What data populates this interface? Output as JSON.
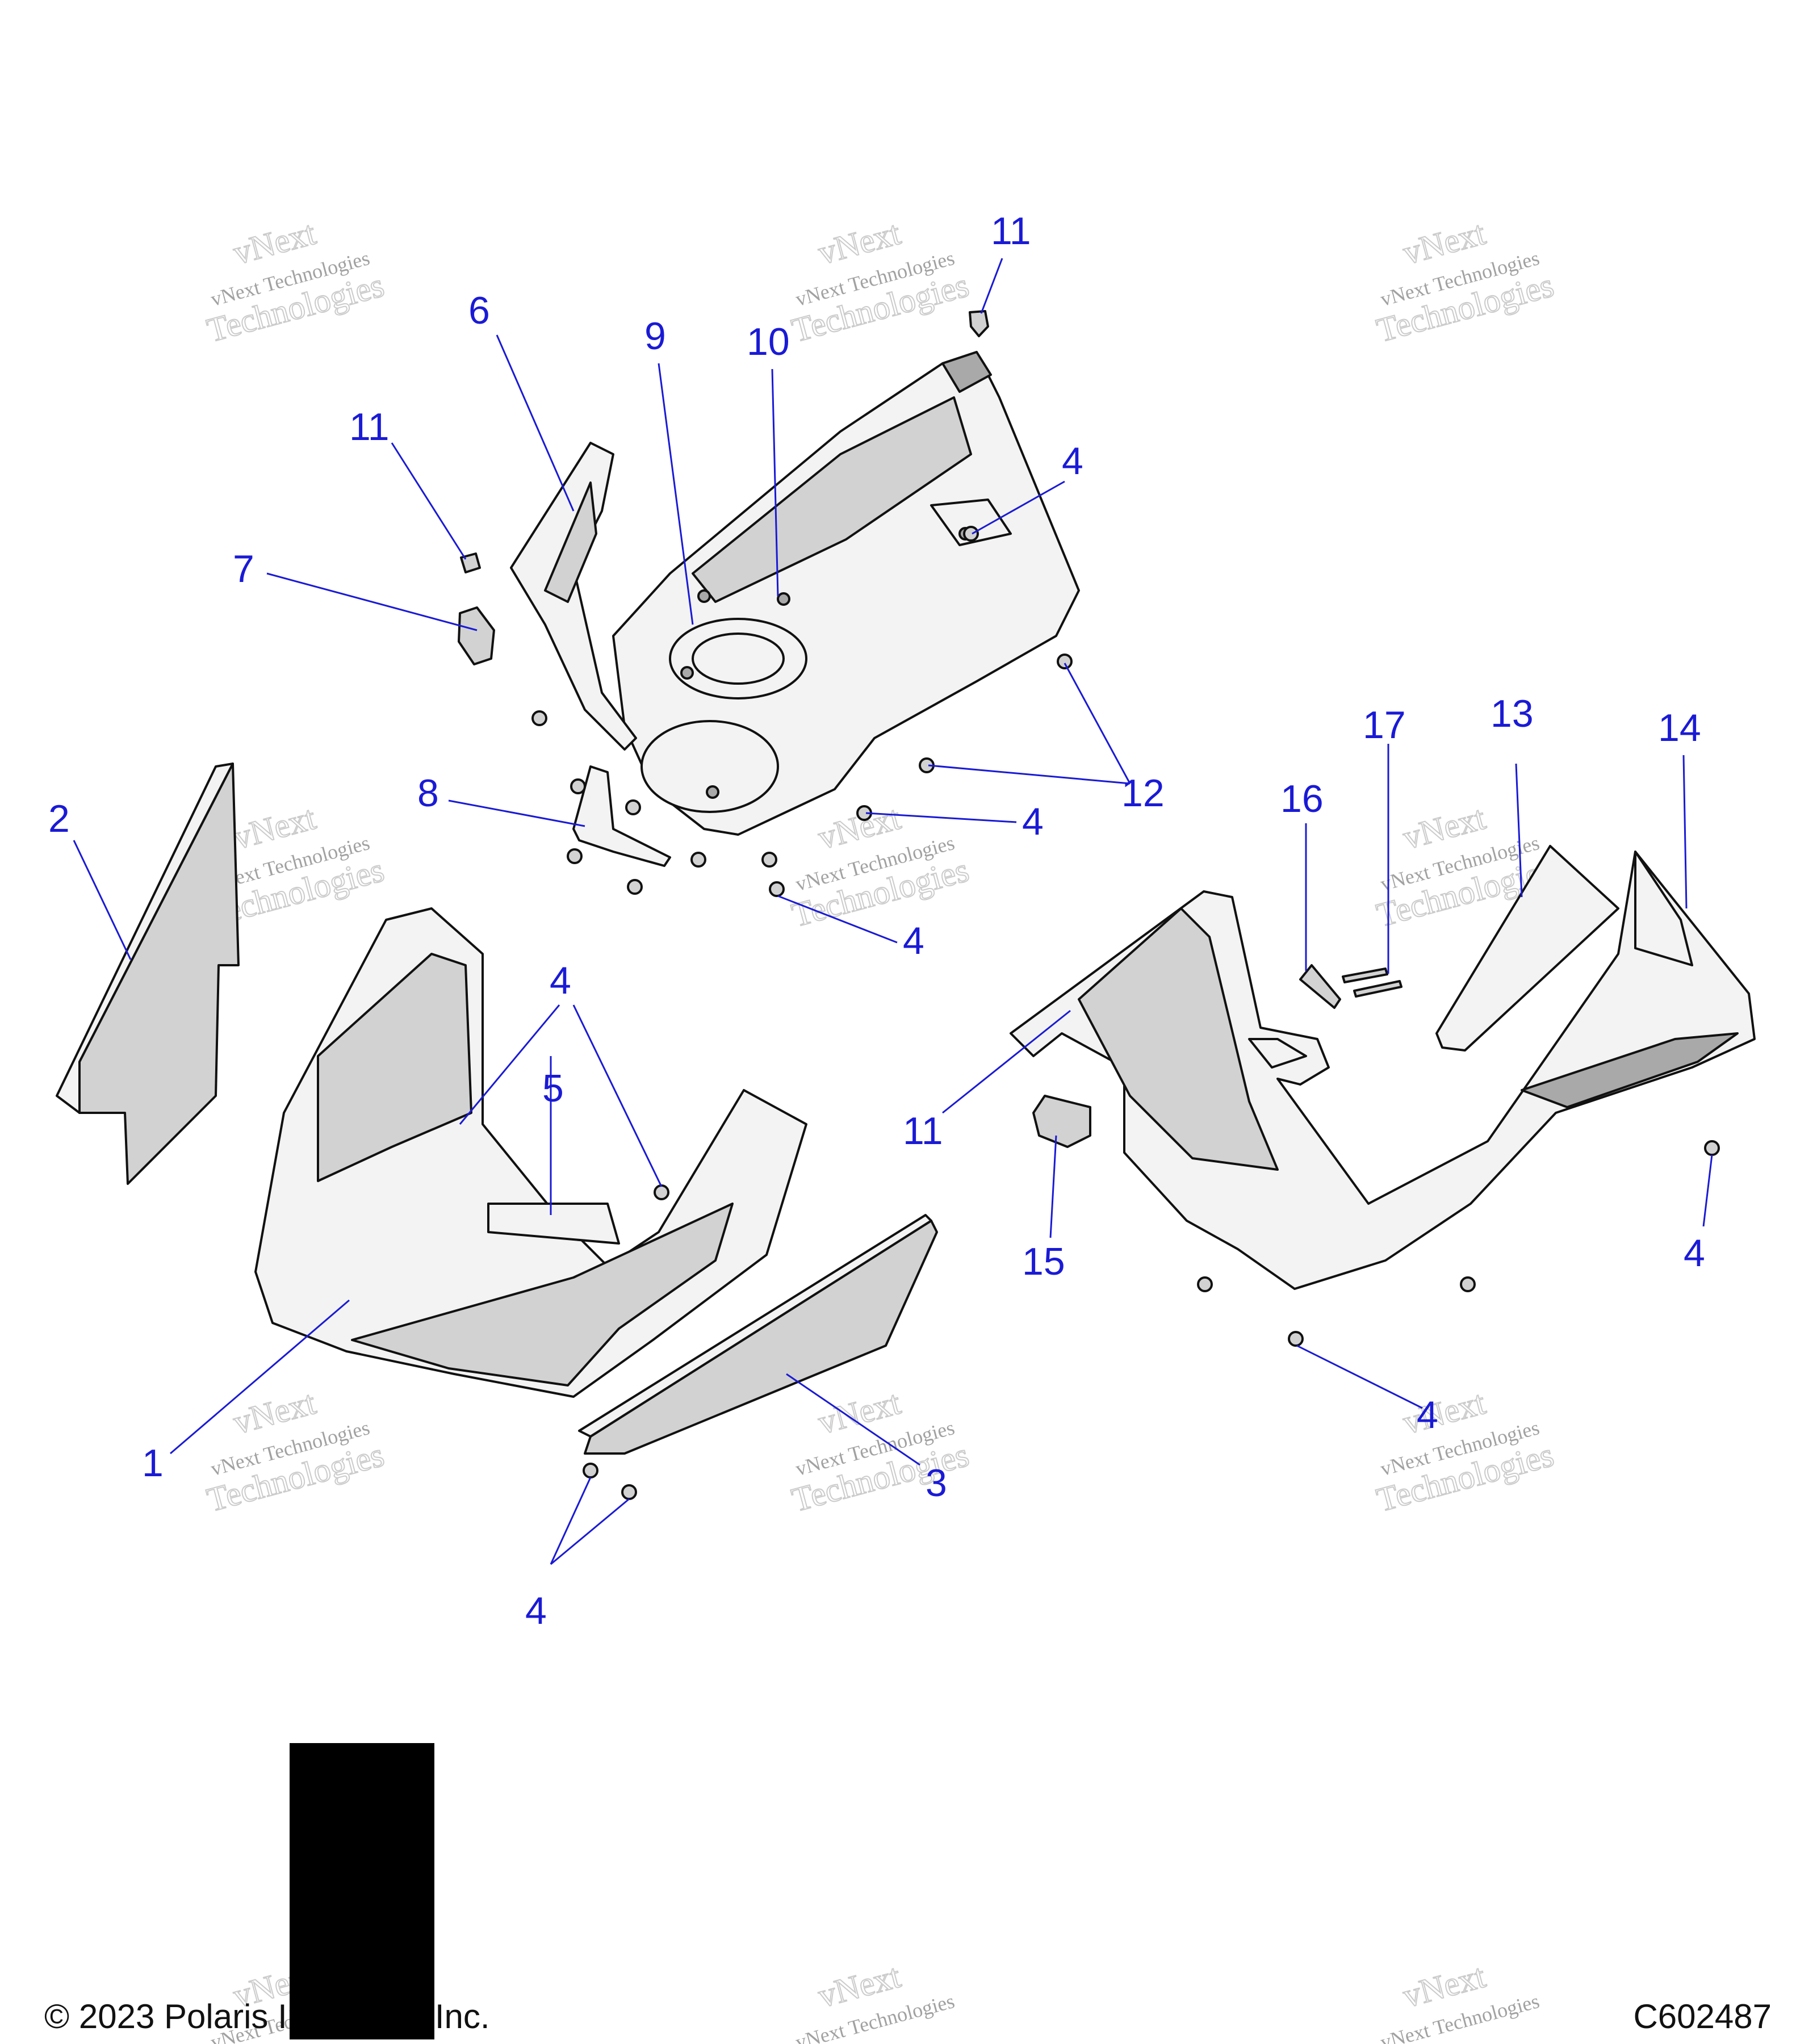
{
  "watermark": {
    "line1": "vNext",
    "line2": "vNext Technologies",
    "line3": "Technologies"
  },
  "callouts": {
    "c1": "1",
    "c2": "2",
    "c3": "3",
    "c4a": "4",
    "c4b": "4",
    "c4c": "4",
    "c4d": "4",
    "c4e": "4",
    "c4f": "4",
    "c4g": "4",
    "c5": "5",
    "c6": "6",
    "c7": "7",
    "c8": "8",
    "c9": "9",
    "c10": "10",
    "c11a": "11",
    "c11b": "11",
    "c11c": "11",
    "c12": "12",
    "c13": "13",
    "c14": "14",
    "c15": "15",
    "c16": "16",
    "c17": "17"
  },
  "footer": {
    "copyright": "© 2023 Polaris Industries Inc.",
    "drawing_code": "C602487"
  },
  "colors": {
    "callout": "#1a1ad6",
    "outline": "#111111",
    "redaction_block": "#000000"
  }
}
